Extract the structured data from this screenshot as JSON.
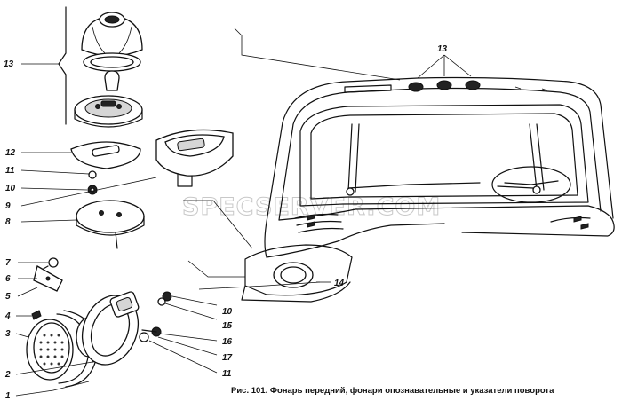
{
  "caption": "Рис. 101. Фонарь передний, фонари опознавательные и указатели поворота",
  "watermark": "SPECSERVER.COM",
  "callouts": {
    "n13_top": "13",
    "n12": "12",
    "n11_left": "11",
    "n10_left": "10",
    "n9": "9",
    "n8": "8",
    "n7": "7",
    "n6": "6",
    "n5": "5",
    "n4": "4",
    "n3": "3",
    "n2": "2",
    "n1": "1",
    "n13_right": "13",
    "n14": "14",
    "n10_right": "10",
    "n15": "15",
    "n16": "16",
    "n17": "17",
    "n11_right": "11"
  }
}
